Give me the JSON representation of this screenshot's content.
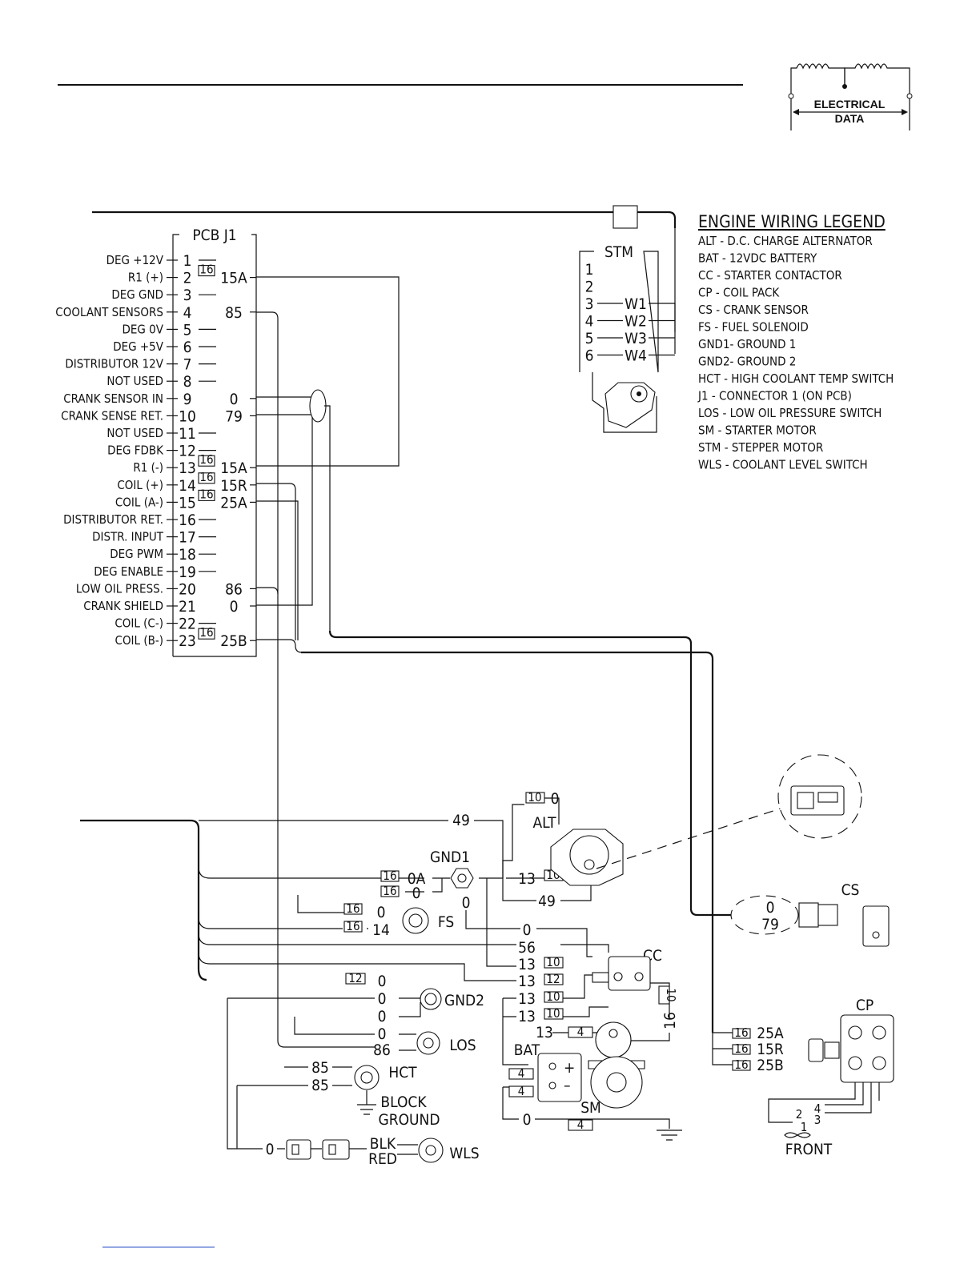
{
  "header": {
    "logo_line1": "ELECTRICAL",
    "logo_line2": "DATA"
  },
  "pcb": {
    "title": "PCB J1",
    "pins": [
      {
        "label": "DEG +12V",
        "num": "1",
        "wire": ""
      },
      {
        "label": "R1 (+)",
        "num": "2",
        "wire": "15A",
        "gauge": "16"
      },
      {
        "label": "DEG GND",
        "num": "3",
        "wire": ""
      },
      {
        "label": "COOLANT SENSORS",
        "num": "4",
        "wire": "85"
      },
      {
        "label": "DEG 0V",
        "num": "5",
        "wire": ""
      },
      {
        "label": "DEG +5V",
        "num": "6",
        "wire": ""
      },
      {
        "label": "DISTRIBUTOR 12V",
        "num": "7",
        "wire": ""
      },
      {
        "label": "NOT USED",
        "num": "8",
        "wire": ""
      },
      {
        "label": "CRANK SENSOR IN",
        "num": "9",
        "wire": "0"
      },
      {
        "label": "CRANK SENSE RET.",
        "num": "10",
        "wire": "79"
      },
      {
        "label": "NOT USED",
        "num": "11",
        "wire": ""
      },
      {
        "label": "DEG FDBK",
        "num": "12",
        "wire": ""
      },
      {
        "label": "R1 (-)",
        "num": "13",
        "wire": "15A",
        "gauge": "16"
      },
      {
        "label": "COIL (+)",
        "num": "14",
        "wire": "15R",
        "gauge": "16"
      },
      {
        "label": "COIL (A-)",
        "num": "15",
        "wire": "25A",
        "gauge": "16"
      },
      {
        "label": "DISTRIBUTOR RET.",
        "num": "16",
        "wire": ""
      },
      {
        "label": "DISTR. INPUT",
        "num": "17",
        "wire": ""
      },
      {
        "label": "DEG PWM",
        "num": "18",
        "wire": ""
      },
      {
        "label": "DEG ENABLE",
        "num": "19",
        "wire": ""
      },
      {
        "label": "LOW OIL PRESS.",
        "num": "20",
        "wire": "86"
      },
      {
        "label": "CRANK SHIELD",
        "num": "21",
        "wire": "0"
      },
      {
        "label": "COIL (C-)",
        "num": "22",
        "wire": ""
      },
      {
        "label": "COIL (B-)",
        "num": "23",
        "wire": "25B",
        "gauge": "16"
      }
    ]
  },
  "stm": {
    "title": "STM",
    "pins": [
      "1",
      "2",
      "3",
      "4",
      "5",
      "6"
    ],
    "wires": [
      "W1",
      "W2",
      "W3",
      "W4"
    ]
  },
  "legend": {
    "title": "ENGINE WIRING LEGEND",
    "items": [
      "ALT - D.C. CHARGE ALTERNATOR",
      "BAT - 12VDC BATTERY",
      "CC  - STARTER CONTACTOR",
      "CP  - COIL PACK",
      "CS  - CRANK SENSOR",
      "FS  - FUEL SOLENOID",
      "GND1- GROUND 1",
      "GND2- GROUND 2",
      "HCT - HIGH COOLANT TEMP SWITCH",
      "J1 -  CONNECTOR 1 (ON  PCB)",
      "LOS - LOW OIL PRESSURE SWITCH",
      "SM  - STARTER MOTOR",
      "STM - STEPPER MOTOR",
      "WLS - COOLANT LEVEL SWITCH"
    ]
  },
  "components": {
    "alt": "ALT",
    "gnd1": "GND1",
    "gnd2": "GND2",
    "fs": "FS",
    "cc": "CC",
    "los": "LOS",
    "hct": "HCT",
    "block_ground_1": "BLOCK",
    "block_ground_2": "GROUND",
    "bat": "BAT",
    "sm": "SM",
    "wls": "WLS",
    "cs": "CS",
    "cp": "CP",
    "front": "FRONT",
    "blk": "BLK",
    "red": "RED"
  },
  "wire_labels": {
    "w49": "49",
    "w0a": "0A",
    "w0": "0",
    "w13": "13",
    "w14": "14",
    "w56": "56",
    "w86": "86",
    "w85": "85",
    "w16": "16",
    "w79": "79",
    "g10": "10",
    "g12": "12",
    "g16": "16",
    "g4": "4",
    "w25a": "25A",
    "w15r": "15R",
    "w25b": "25B",
    "cp_pins": [
      "4",
      "3",
      "2",
      "1"
    ]
  }
}
